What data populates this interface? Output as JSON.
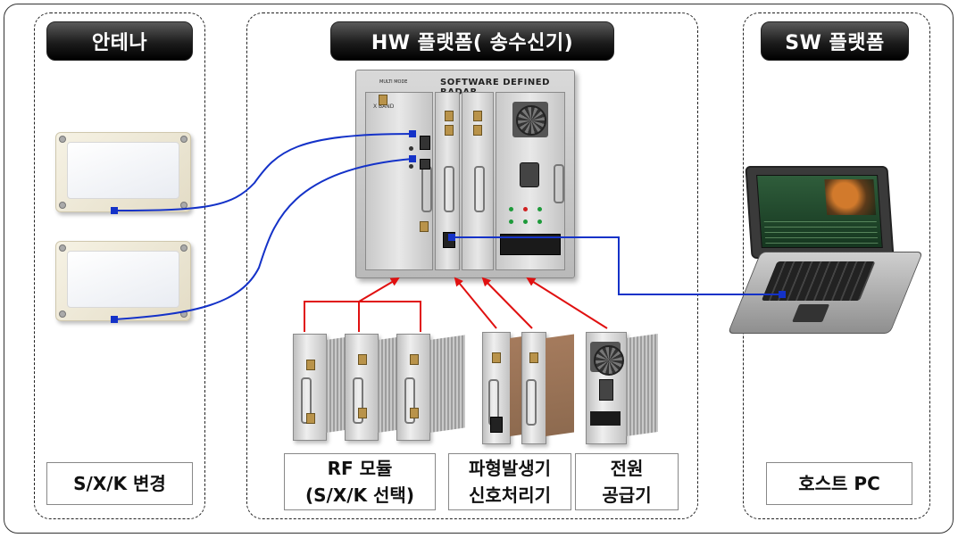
{
  "panels": {
    "antenna": {
      "title": "안테나",
      "footer": "S/X/K 변경"
    },
    "hw": {
      "title": "HW 플랫폼( 송수신기)",
      "chassis": {
        "brand": "MULTI MODE",
        "title": "SOFTWARE DEFINED RADAR",
        "slot_label": "X BAND"
      },
      "boxes": [
        {
          "line1": "RF 모듈",
          "line2": "(S/X/K 선택)"
        },
        {
          "line1": "파형발생기",
          "line2": "신호처리기"
        },
        {
          "line1": "전원",
          "line2": "공급기"
        }
      ]
    },
    "sw": {
      "title": "SW 플랫폼",
      "footer": "호스트 PC"
    }
  },
  "colors": {
    "cable": "#1432c8",
    "arrow": "#e01010",
    "pill_bg": "#1c1c1c",
    "pill_text": "#ffffff"
  },
  "icons": [
    "antenna-panel-image",
    "sdr-chassis-image",
    "rf-module-image",
    "waveform-module-image",
    "power-supply-image",
    "rugged-laptop-image"
  ]
}
